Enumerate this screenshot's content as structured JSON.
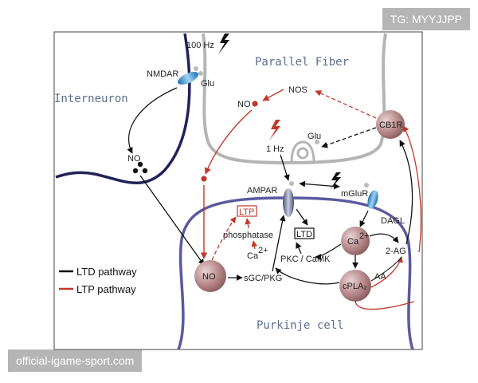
{
  "labels": {
    "parallel_fiber": "Parallel Fiber",
    "interneuron": "Interneuron",
    "purkinje": "Purkinje cell",
    "hz100": "100 Hz",
    "nmdar": "NMDAR",
    "glu_top": "Glu",
    "nos": "NOS",
    "no_pf": "NO",
    "cb1r": "CB1R",
    "glu_mid": "Glu",
    "hz1": "1 Hz",
    "no_inter": "NO",
    "ampar": "AMPAR",
    "mglur": "mGluR",
    "ltp": "LTP",
    "ltd": "LTD",
    "phosphatase": "phosphatase",
    "ca_small": "Ca",
    "ca_small_sup": "2+",
    "ca_big": "Ca",
    "ca_big_sup": "2+",
    "dagl": "DAGL",
    "ag2": "2-AG",
    "pkc": "PKC / CaMK",
    "no_main": "NO",
    "sgc": "sGC/PKG",
    "aa": "AA",
    "cpla2": "cPLA₂"
  },
  "legend": {
    "ltd": "LTD pathway",
    "ltp": "LTP pathway"
  },
  "watermarks": {
    "top": "TG: MYYJJPP",
    "bottom": "official-igame-sport.com"
  },
  "colors": {
    "ltd_path": "#111111",
    "ltp_path": "#c0392b",
    "membrane_gray": "#b5b5b5",
    "interneuron_line": "#22225a",
    "purkinje_line": "#5a5aa0",
    "node_fill": "#b7898a",
    "label_blue": "#5b6e8c"
  },
  "icons": {
    "stimulus": "lightning-bolt-icon"
  }
}
